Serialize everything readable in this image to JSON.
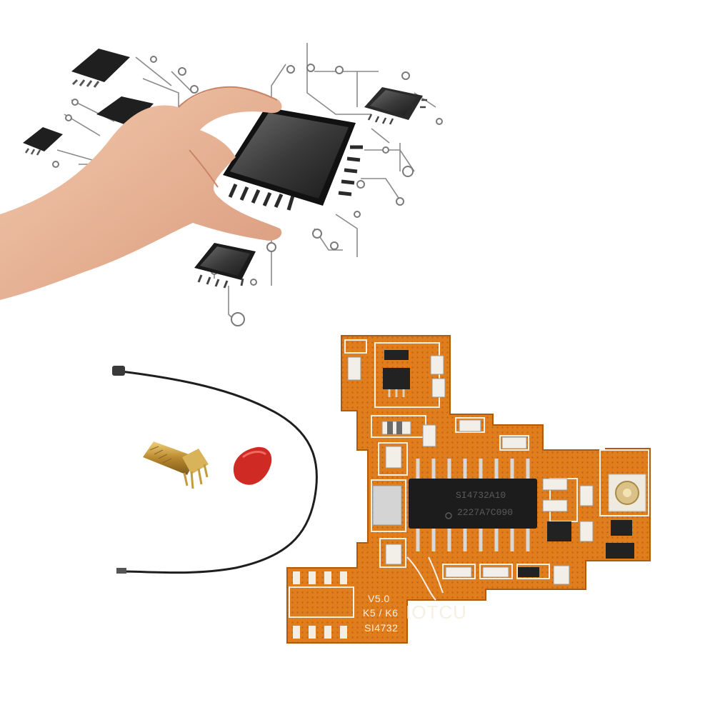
{
  "image": {
    "top_illustration": "hand holding a microchip with circuit traces and smaller chips",
    "bottom_product": "SI4732 radio module board with antenna cable and SMA connector"
  },
  "board_labels": {
    "version": "V5.0",
    "model": "K5 / K6",
    "chip": "SI4732",
    "brand": "IOTCU"
  },
  "chip_marking": {
    "line1": "SI4732A10",
    "line2": "2227A7C090"
  },
  "colors": {
    "pcb": "#e07d1c",
    "pcb_dark": "#c4620f",
    "silkscreen": "#f6efe4",
    "ic": "#1c1c1c",
    "cap": "#d9362e",
    "brass": "#c9a24a"
  }
}
